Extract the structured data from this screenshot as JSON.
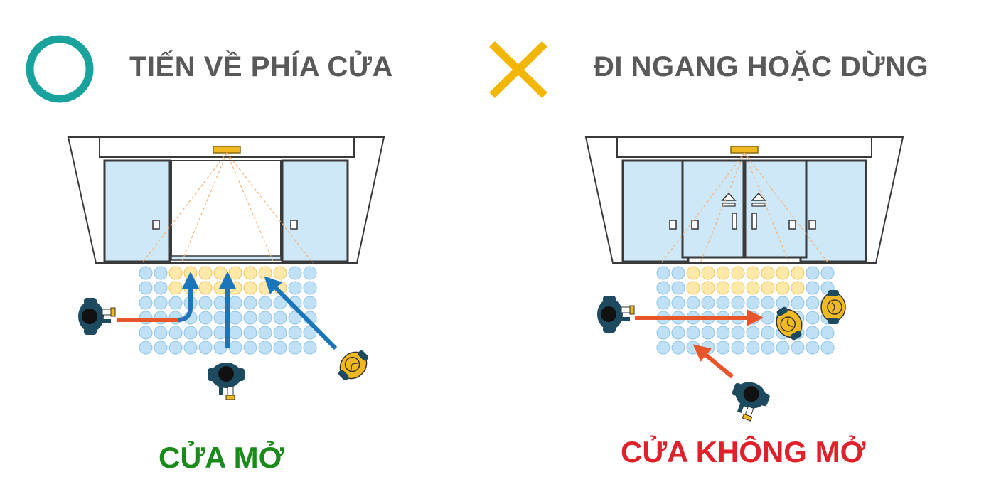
{
  "left_panel": {
    "heading": "TIẾN VỀ PHÍA CỬA",
    "symbol": "circle-icon",
    "symbol_color": "#1aa39d",
    "result": "CỬA MỞ",
    "result_color": "#1a8a1a",
    "door_state": "open"
  },
  "right_panel": {
    "heading": "ĐI NGANG HOẶC DỪNG",
    "symbol": "cross-icon",
    "symbol_color": "#f2b705",
    "result": "CỬA KHÔNG MỞ",
    "result_color": "#e0202a",
    "door_state": "closed"
  },
  "colors": {
    "glass": "#cfe8f7",
    "frame": "#3a3a3a",
    "sensor_dot": "#bfe0f5",
    "sensor_dot_active": "#ffe9a8",
    "arrow_go": "#1b75bb",
    "arrow_no": "#e8552b",
    "person_dark": "#1d4a5e",
    "person_light": "#f0b823"
  }
}
